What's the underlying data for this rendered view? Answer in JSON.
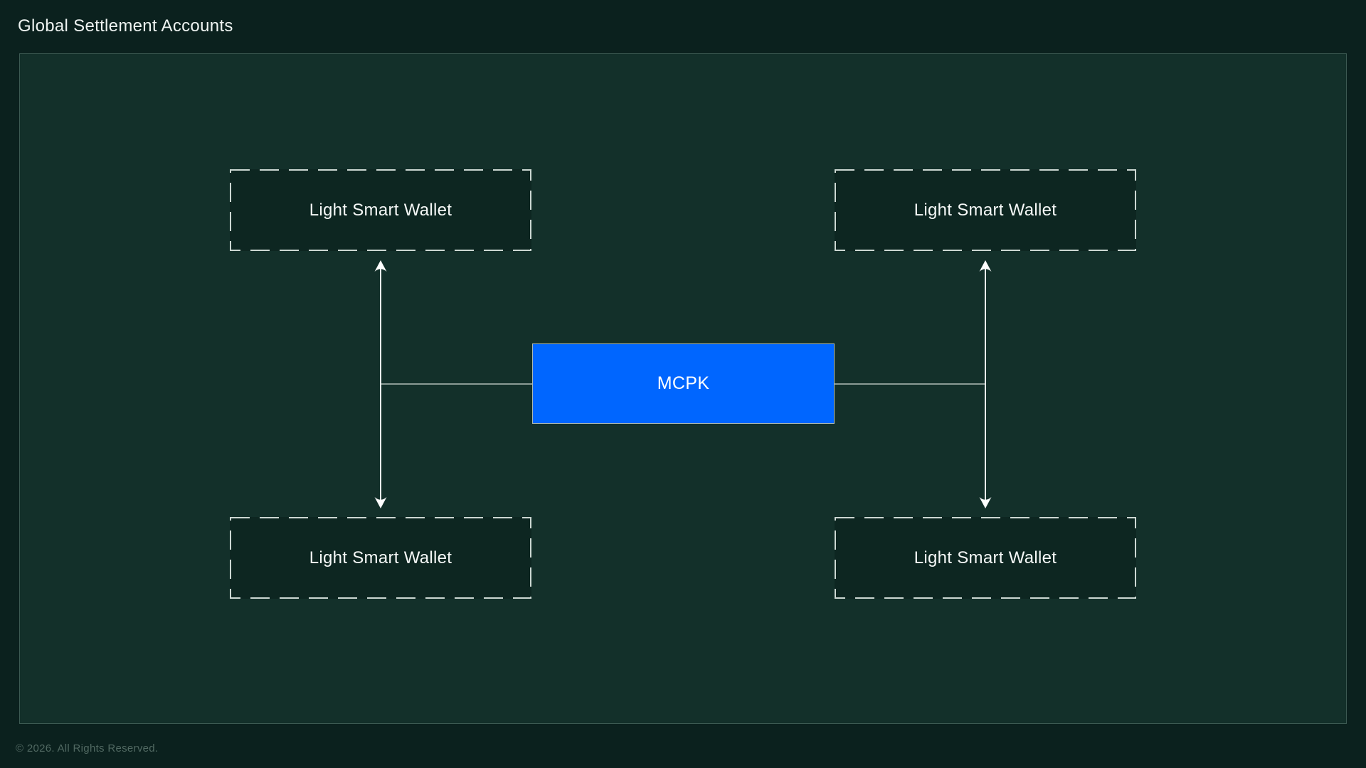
{
  "page": {
    "title": "Global Settlement Accounts",
    "footer": "© 2026. All Rights Reserved."
  },
  "diagram": {
    "center_node": {
      "label": "MCPK",
      "color": "#0066ff"
    },
    "wallet_nodes": [
      {
        "position": "top-left",
        "label": "Light Smart Wallet"
      },
      {
        "position": "top-right",
        "label": "Light Smart Wallet"
      },
      {
        "position": "bottom-left",
        "label": "Light Smart Wallet"
      },
      {
        "position": "bottom-right",
        "label": "Light Smart Wallet"
      }
    ],
    "connections": [
      {
        "from": "MCPK",
        "to": "top-left wallet",
        "style": "arrow-up"
      },
      {
        "from": "MCPK",
        "to": "bottom-left wallet",
        "style": "arrow-down"
      },
      {
        "from": "MCPK",
        "to": "top-right wallet",
        "style": "arrow-up"
      },
      {
        "from": "MCPK",
        "to": "bottom-right wallet",
        "style": "arrow-down"
      }
    ]
  },
  "colors": {
    "outer_background": "#0b211e",
    "panel_background": "#13302a",
    "node_background": "#0d2621",
    "accent_blue": "#0066ff",
    "connector_gray": "#8a9b94",
    "arrow_white": "#e8eeec"
  }
}
